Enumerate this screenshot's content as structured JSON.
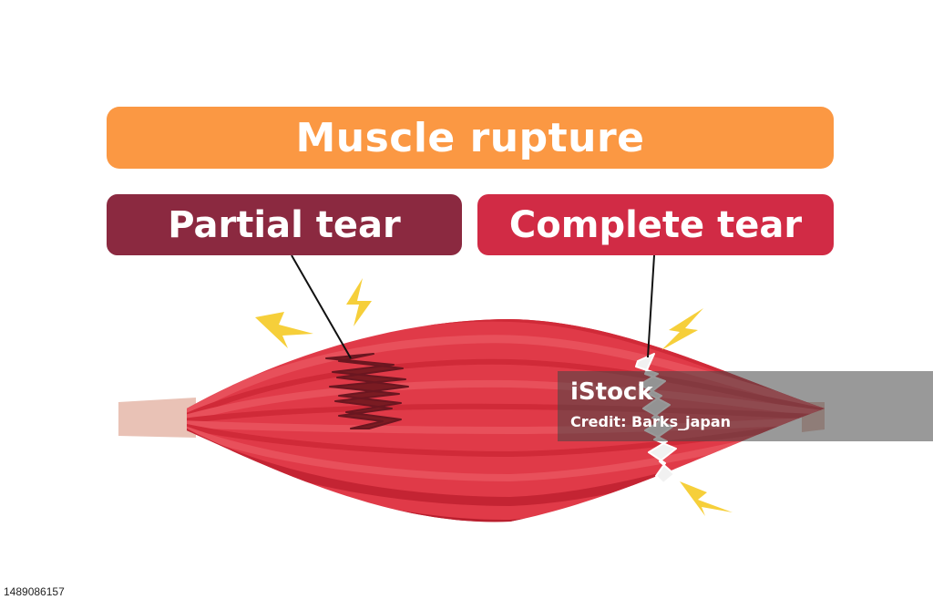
{
  "title": "Muscle rupture",
  "labels": {
    "partial": "Partial tear",
    "complete": "Complete tear"
  },
  "colors": {
    "title_bg": "#FB9843",
    "partial_bg": "#8B2940",
    "complete_bg": "#D12B45",
    "muscle": "#E03A48",
    "muscle_light": "#E8505B",
    "muscle_dark": "#C42433",
    "tendon": "#E9C2B6",
    "tear_dark": "#7A1B22",
    "spark": "#F6CF3A"
  },
  "watermark": {
    "logo": "iStock",
    "credit": "Credit: Barks_japan"
  },
  "image_id": "1489086157"
}
